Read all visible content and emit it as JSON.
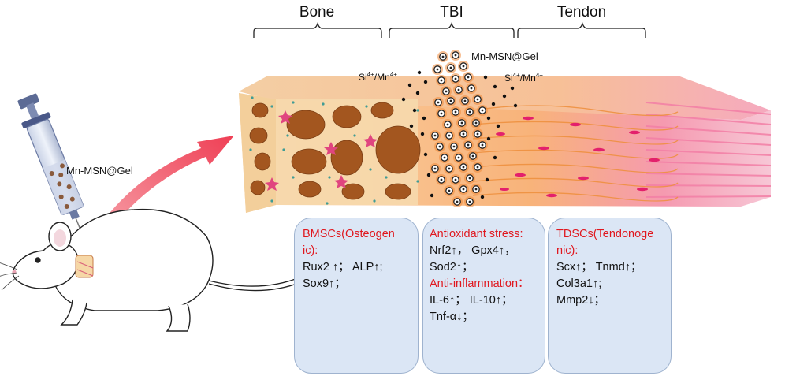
{
  "regions": {
    "bone": "Bone",
    "tbi": "TBI",
    "tendon": "Tendon"
  },
  "labels": {
    "gel_top": "Mn-MSN@Gel",
    "gel_syringe": "Mn-MSN@Gel",
    "ions_left_base": "Si",
    "ions_left_sup1": "4+",
    "ions_left_mid": "/Mn",
    "ions_left_sup2": "4+",
    "ions_right_base": "Si",
    "ions_right_sup1": "4+",
    "ions_right_mid": "/Mn",
    "ions_right_sup2": "4+"
  },
  "panels": {
    "bmsc": {
      "title_lines": [
        "BMSCs(Osteogen",
        "ic):"
      ],
      "lines": [
        "Rux2 ↑； ALP↑;",
        "Sox9↑；"
      ]
    },
    "tbi": {
      "title_lines": [
        "Antioxidant stress:"
      ],
      "lines": [
        "Nrf2↑， Gpx4↑，",
        "Sod2↑；"
      ],
      "subtitle": "Anti-inflammation：",
      "sub_lines": [
        "IL-6↑； IL-10↑；",
        "Tnf-α↓；"
      ]
    },
    "tdsc": {
      "title_lines": [
        "TDSCs(Tendonoge",
        "nic):"
      ],
      "lines": [
        "Scx↑； Tnmd↑；",
        "Col3a1↑;",
        "Mmp2↓；"
      ]
    }
  },
  "colors": {
    "bone_matrix": "#f6d9ad",
    "bone_pore": "#a3561f",
    "tendon_fiber": "#f7a35a",
    "tendon_pink": "#f06b9a",
    "arrow": "#f0475a",
    "panel_bg": "#dbe6f5",
    "highlight_red": "#e0181f"
  }
}
